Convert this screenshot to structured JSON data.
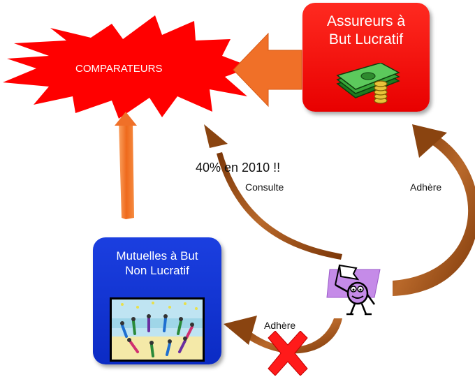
{
  "starburst": {
    "label": "COMPARATEURS",
    "color": "#ff0000"
  },
  "assureurs": {
    "line1": "Assureurs à",
    "line2": "But Lucratif",
    "color": "#ff0000",
    "icon": "money-stack-icon"
  },
  "mutuelles": {
    "line1": "Mutuelles à But",
    "line2": "Non Lucratif",
    "color": "#0b2bc4",
    "icon": "people-circle-picture"
  },
  "edges": {
    "consulte": "Consulte",
    "adhere_right": "Adhère",
    "adhere_left": "Adhère",
    "stat": "40%  en 2010 !!"
  },
  "person_icon": "flag-person-icon",
  "blocked_icon": "red-x-icon",
  "colors": {
    "orange_arrow": "#f07028",
    "brown_arrow": "#9a4e14"
  }
}
